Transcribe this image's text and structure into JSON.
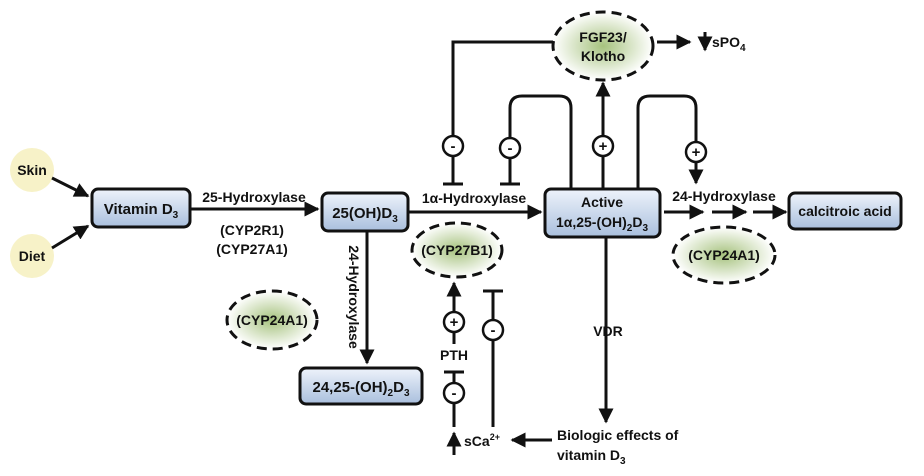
{
  "colors": {
    "box_fill_top": "#eef3fb",
    "box_fill_bottom": "#a9bfdd",
    "source_fill": "#f7f2c8",
    "enzyme_fill_center": "#a6c27e",
    "enzyme_fill_edge": "#ffffff",
    "stroke": "#111111"
  },
  "sources": {
    "skin": "Skin",
    "diet": "Diet"
  },
  "boxes": {
    "vitamin_d3": {
      "main": "Vitamin D",
      "sub": "3"
    },
    "calcidiol": {
      "pre": "25(OH)",
      "sub": "3",
      "main": "D"
    },
    "active_line1": "Active",
    "active_line2_pre": "1α,25-(OH)",
    "active_line2_sub1": "2",
    "active_line2_mid": "D",
    "active_line2_sub2": "3",
    "dihydroxy_pre": "24,25-(OH)",
    "dihydroxy_sub1": "2",
    "dihydroxy_mid": "D",
    "dihydroxy_sub2": "3",
    "calcitroic": "calcitroic acid"
  },
  "enzymes": {
    "hydroxylase_25": "25-Hydroxylase",
    "cyp2r1": "(CYP2R1)",
    "cyp27a1": "(CYP27A1)",
    "hydroxylase_1a": "1α-Hydroxylase",
    "cyp27b1": "(CYP27B1)",
    "hydroxylase_24_right": "24-Hydroxylase",
    "cyp24a1_right": "(CYP24A1)",
    "hydroxylase_24_down": "24-Hydroxylase",
    "cyp24a1_left": "(CYP24A1)"
  },
  "fgf23": {
    "line1": "FGF23/",
    "line2": "Klotho"
  },
  "spo4": {
    "pre": "sPO",
    "sub": "4"
  },
  "regulators": {
    "vdr": "VDR",
    "pth": "PTH",
    "sca": "sCa",
    "sca_sup": "2+",
    "bio_line1": "Biologic effects of",
    "bio_line2_pre": "vitamin D",
    "bio_line2_sub": "3"
  },
  "signs": {
    "plus": "+",
    "minus": "-"
  }
}
